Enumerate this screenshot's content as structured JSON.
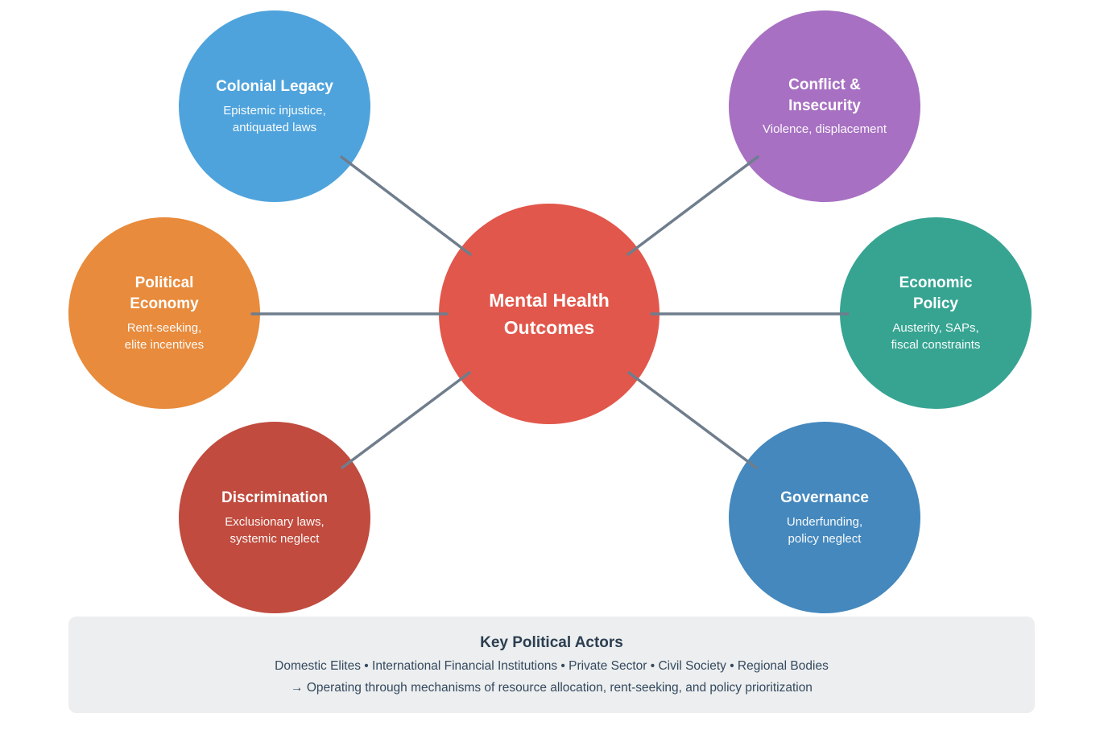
{
  "colors": {
    "background": "#FFFFFF",
    "connector": "#6F7D8C",
    "footer_bg": "#ECEEEF",
    "footer_title": "#2C3E50",
    "footer_text": "#34495E",
    "node_text": "#FFFFFF"
  },
  "center": {
    "title": "Mental Health\nOutcomes",
    "color": "#E2574B"
  },
  "nodes": [
    {
      "title": "Colonial Legacy",
      "subtitle": "Epistemic injustice,\nantiquated laws",
      "color": "#4FA3DC"
    },
    {
      "title": "Conflict &\nInsecurity",
      "subtitle": "Violence, displacement",
      "color": "#A770C2"
    },
    {
      "title": "Political\nEconomy",
      "subtitle": "Rent-seeking,\nelite incentives",
      "color": "#E88B3C"
    },
    {
      "title": "Economic\nPolicy",
      "subtitle": "Austerity, SAPs,\nfiscal constraints",
      "color": "#37A492"
    },
    {
      "title": "Discrimination",
      "subtitle": "Exclusionary laws,\nsystemic neglect",
      "color": "#C04B3E"
    },
    {
      "title": "Governance",
      "subtitle": "Underfunding,\npolicy neglect",
      "color": "#4488BD"
    }
  ],
  "footer": {
    "title": "Key Political Actors",
    "actors": "Domestic Elites • International Financial Institutions • Private Sector • Civil Society • Regional Bodies",
    "mechanisms": "→ Operating through mechanisms of resource allocation, rent-seeking, and policy prioritization"
  }
}
